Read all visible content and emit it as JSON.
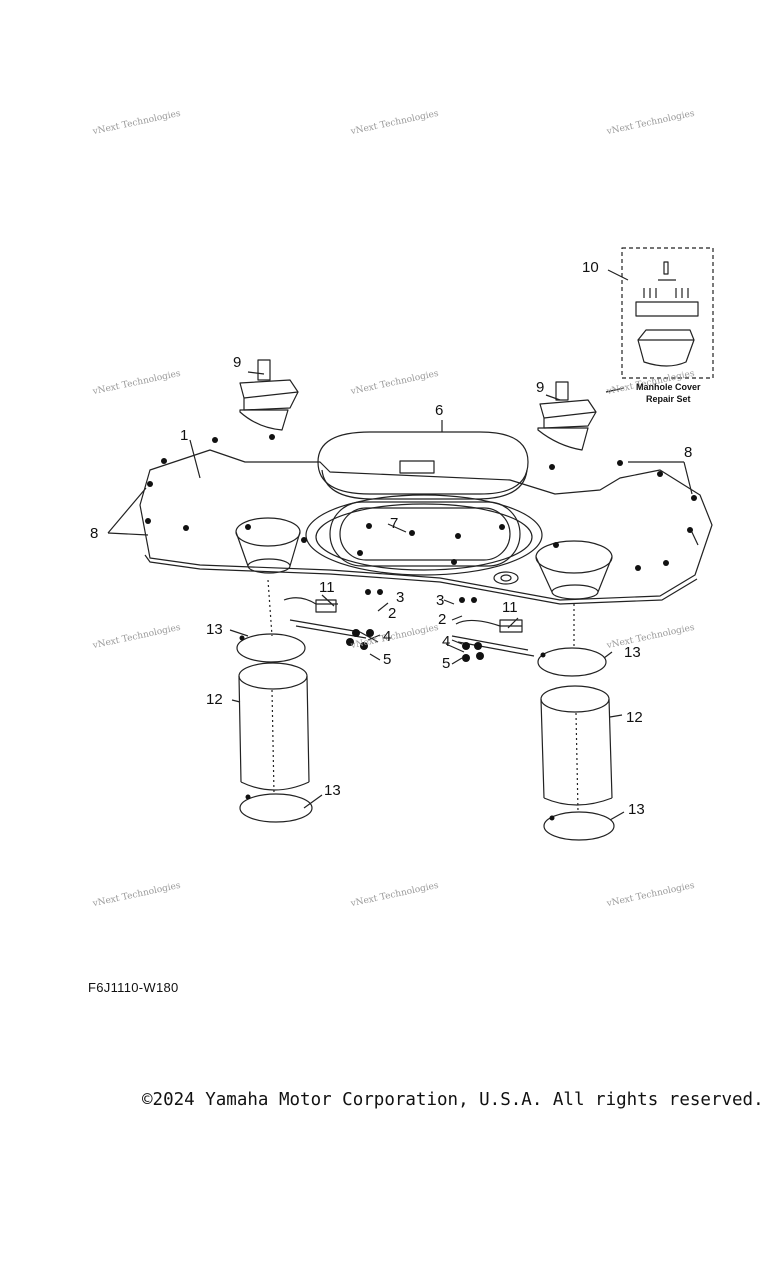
{
  "watermark": {
    "text": "vNext Technologies"
  },
  "callouts": {
    "c1": "1",
    "c2a": "2",
    "c2b": "2",
    "c3a": "3",
    "c3b": "3",
    "c4a": "4",
    "c4b": "4",
    "c5a": "5",
    "c5b": "5",
    "c6": "6",
    "c7": "7",
    "c8a": "8",
    "c8b": "8",
    "c9a": "9",
    "c9b": "9",
    "c10": "10",
    "c11a": "11",
    "c11b": "11",
    "c12a": "12",
    "c12b": "12",
    "c13a": "13",
    "c13b": "13",
    "c13c": "13",
    "c13d": "13"
  },
  "repair_set_label_line1": "Manhole Cover",
  "repair_set_label_line2": "Repair Set",
  "diagram_code": "F6J1110-W180",
  "copyright": "©2024 Yamaha Motor Corporation, U.S.A. All rights reserved."
}
